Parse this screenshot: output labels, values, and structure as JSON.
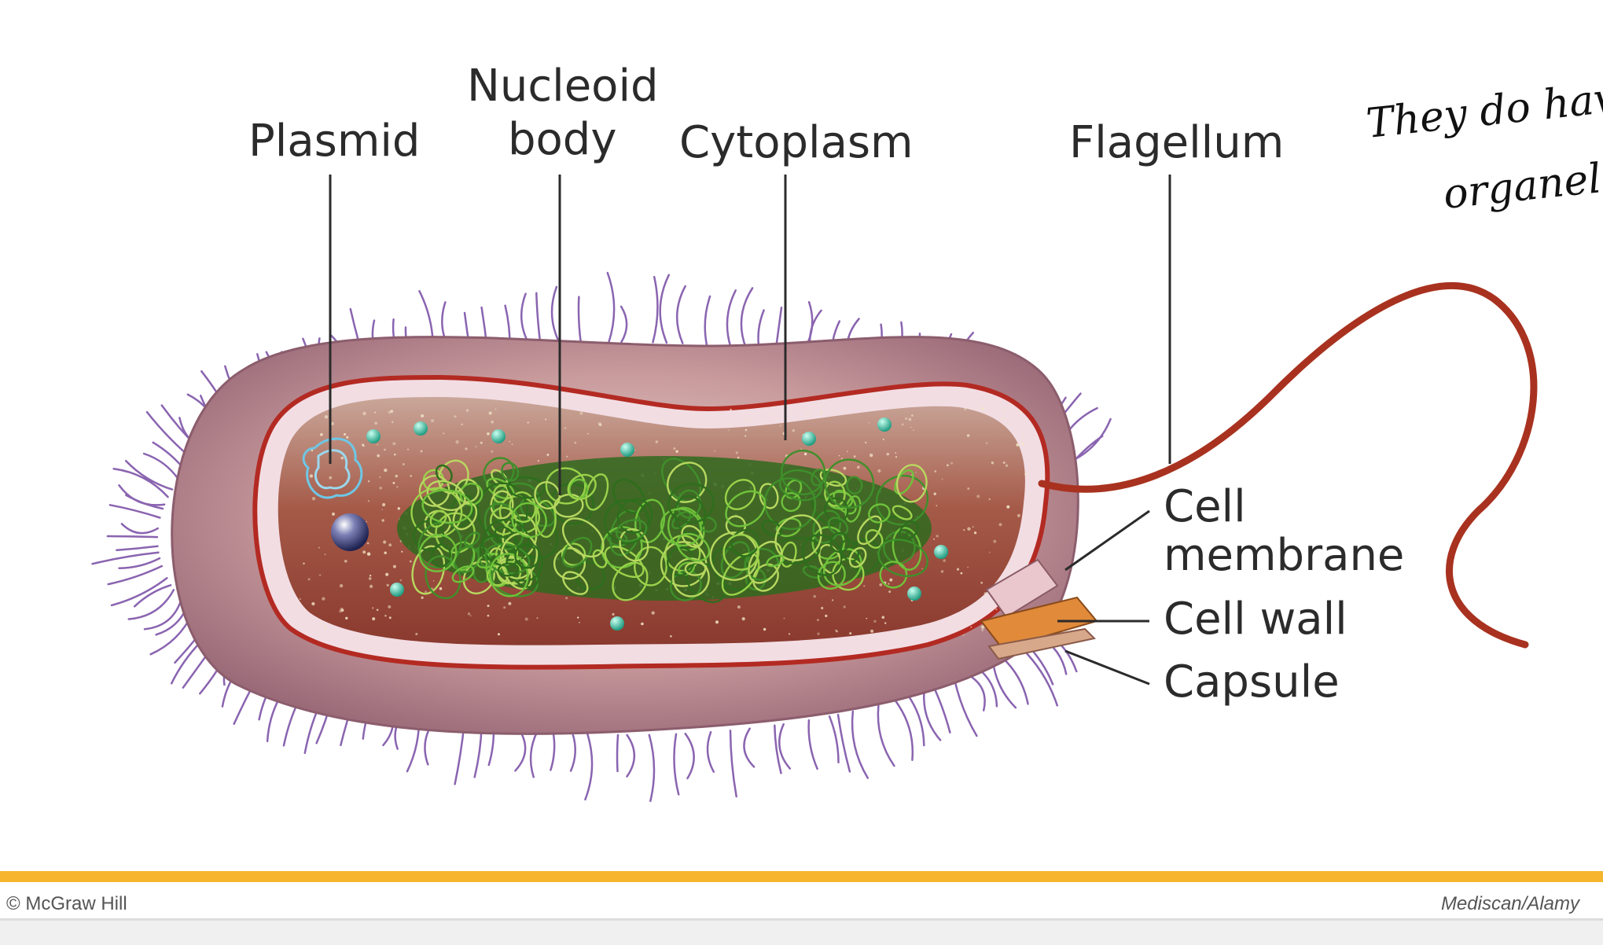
{
  "labels": {
    "plasmid": "Plasmid",
    "nucleoid_line1": "Nucleoid",
    "nucleoid_line2": "body",
    "cytoplasm": "Cytoplasm",
    "flagellum": "Flagellum",
    "cell_membrane_line1": "Cell",
    "cell_membrane_line2": "membrane",
    "cell_wall": "Cell wall",
    "capsule": "Capsule"
  },
  "annotation": {
    "line1": "They do hav",
    "line2": "organelle"
  },
  "footer": {
    "copyright": "© McGraw Hill",
    "photo_credit": "Mediscan/Alamy"
  },
  "colors": {
    "capsule": "#b98a92",
    "cytoplasm": "#9a4a3a",
    "membrane": "#f2dde3",
    "wall": "#b32a22",
    "flagellum": "#a8321f",
    "nucleoid": "#3f8f2a",
    "pili": "#8a64b0",
    "ribosome": "#3cc8a8",
    "footer_bar": "#f5b52d"
  }
}
